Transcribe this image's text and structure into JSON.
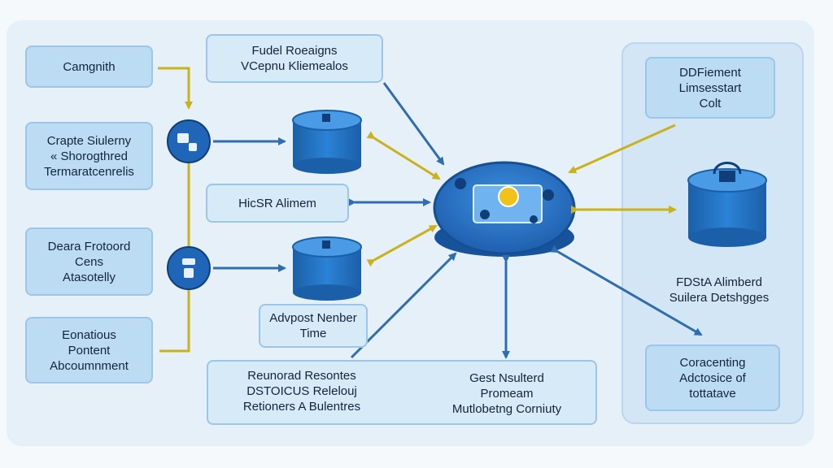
{
  "colors": {
    "blue_arrow": "#2f6db1",
    "gold_arrow": "#c9b21b",
    "node_blue": "#1f6fc0",
    "box_fill": "#bcdcf3",
    "panel_fill": "#d3e6f6"
  },
  "left_column": [
    {
      "lines": [
        "Camgnith"
      ]
    },
    {
      "lines": [
        "Crapte Siulerny",
        "« Shorogthred",
        "Termaratcenrelis"
      ]
    },
    {
      "lines": [
        "Deara Frotoord",
        "Cens",
        "Atasotelly"
      ]
    },
    {
      "lines": [
        "Eonatious",
        "Pontent",
        "Abcoumnment"
      ]
    }
  ],
  "top_center": {
    "lines": [
      "Fudel Roeaigns",
      "VCepnu Kliemealos"
    ]
  },
  "middle_label": {
    "lines": [
      "HicSR Alimem"
    ]
  },
  "advpost_label": {
    "lines": [
      "Advpost Nenber",
      "Time"
    ]
  },
  "bottom_box": {
    "left_lines": [
      "Reunorad Resontes",
      "DSTOICUS Relelouj",
      "Retioners A Bulentres"
    ],
    "right_lines": [
      "Gest Nsulterd",
      "Promeam",
      "Mutlobetng Corniuty"
    ]
  },
  "right_panel": {
    "top_box": {
      "lines": [
        "DDFiement",
        "Limsesstart",
        "Colt"
      ]
    },
    "middle_label": {
      "lines": [
        "FDStA Alimberd",
        "Suilera Detshgges"
      ]
    },
    "bottom_box": {
      "lines": [
        "Coracenting",
        "Adctosice of",
        "tottatave"
      ]
    }
  },
  "icons": {
    "hub": "central-hub-icon",
    "database": "database-icon",
    "connector": "connector-icon"
  }
}
